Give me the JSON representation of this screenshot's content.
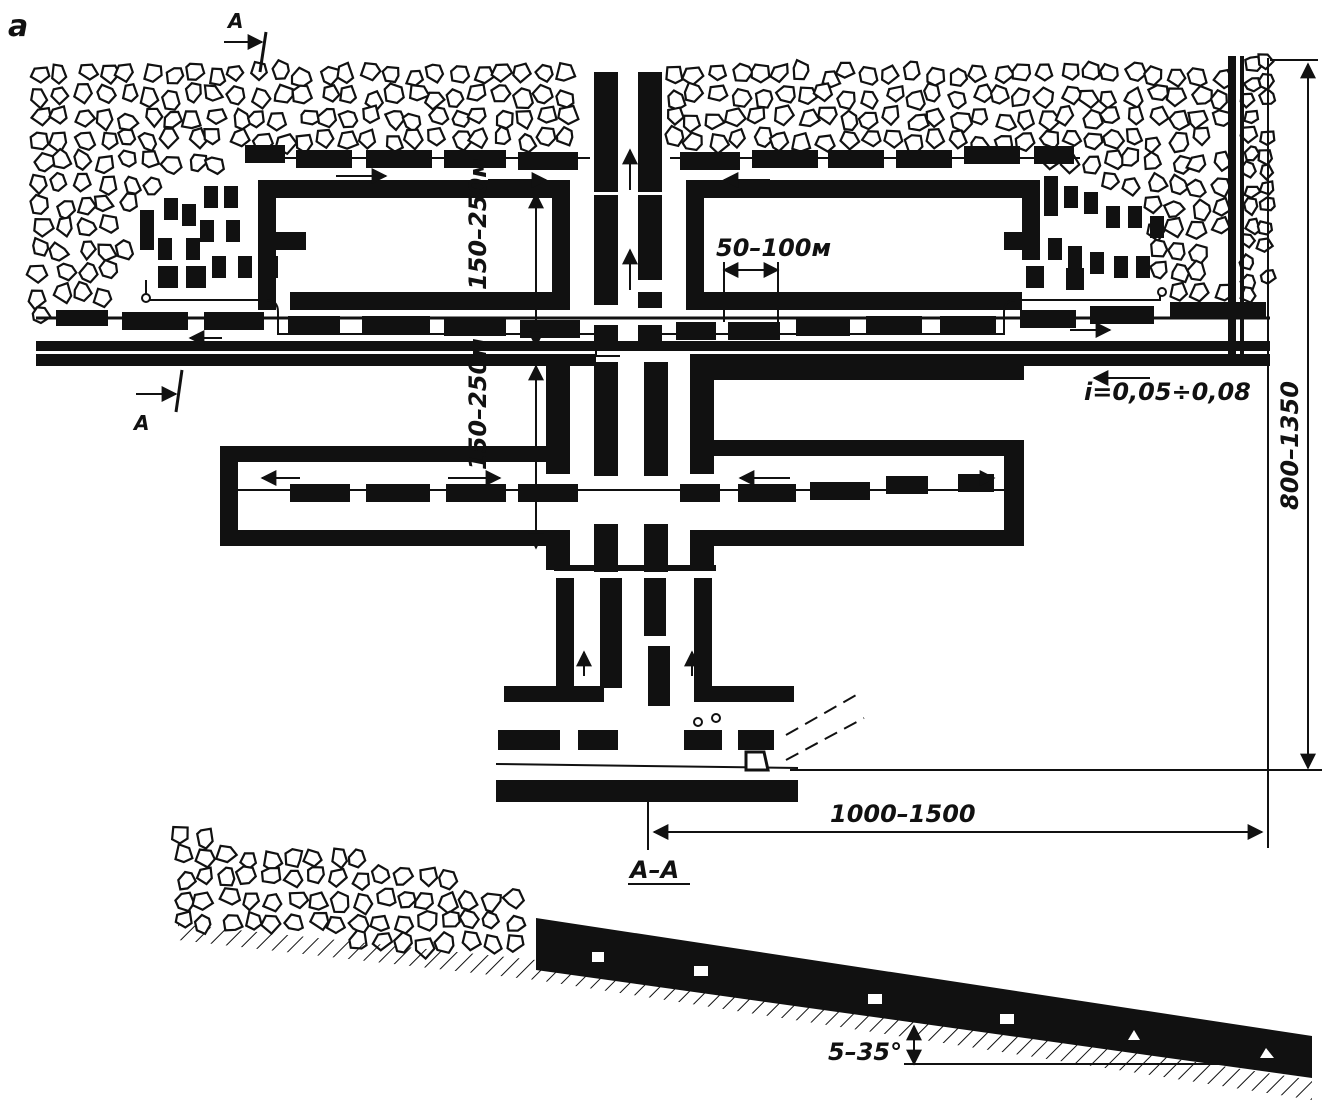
{
  "figure": {
    "panel_label": "a",
    "section_marker": "A",
    "section_title": "A–A",
    "dimensions": {
      "pillar_height_upper": "150–250м",
      "pillar_height_lower": "150–250м",
      "pillar_width": "50–100м",
      "total_height": "800–1350",
      "total_width": "1000–1500",
      "slope": "i=0,05÷0,08",
      "dip_angle": "5–35°"
    }
  },
  "colors": {
    "ink": "#111111",
    "paper": "#ffffff",
    "rubble_fill": "#ffffff"
  }
}
